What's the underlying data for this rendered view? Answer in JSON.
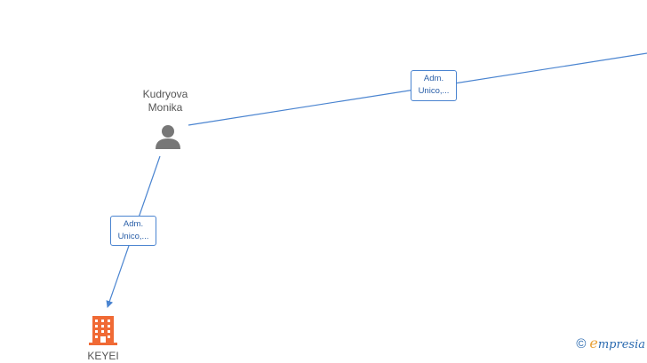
{
  "nodes": {
    "person": {
      "label": "Kudryova\nMonika"
    },
    "company": {
      "label": "KEYEI"
    }
  },
  "edges": [
    {
      "from": "person",
      "to": "off-canvas",
      "label_line1": "Adm.",
      "label_line2": "Unico,..."
    },
    {
      "from": "person",
      "to": "company",
      "label_line1": "Adm.",
      "label_line2": "Unico,..."
    }
  ],
  "brand": {
    "copyright_symbol": "©",
    "logo_initial": "e",
    "logo_rest": "mpresia"
  },
  "colors": {
    "edge": "#4a84d0",
    "person_icon": "#777777",
    "company_icon": "#f06a35",
    "brand": "#2a6ab0"
  }
}
